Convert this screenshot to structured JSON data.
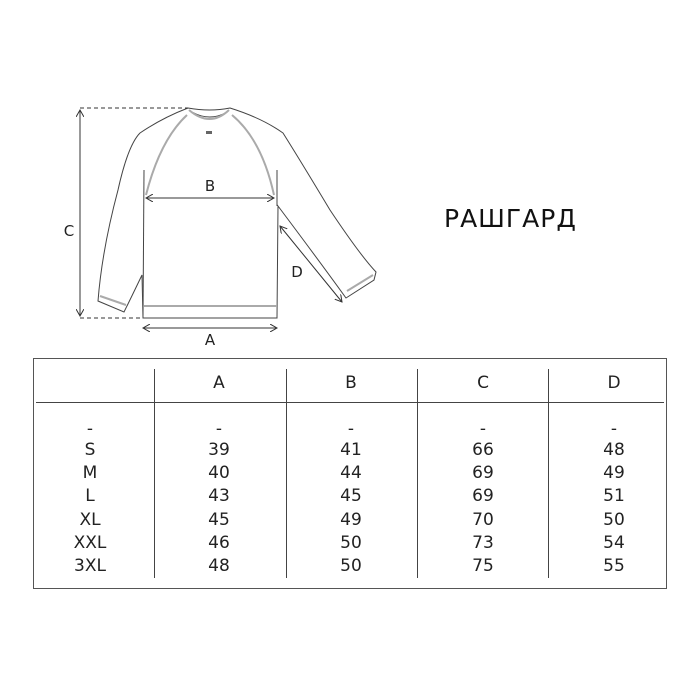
{
  "title": "РАШГАРД",
  "diagram_labels": {
    "A": "A",
    "B": "B",
    "C": "C",
    "D": "D"
  },
  "table": {
    "headers": [
      "",
      "A",
      "B",
      "C",
      "D"
    ],
    "rows": [
      [
        "-",
        "-",
        "-",
        "-",
        "-"
      ],
      [
        "S",
        "39",
        "41",
        "66",
        "48"
      ],
      [
        "M",
        "40",
        "44",
        "69",
        "49"
      ],
      [
        "L",
        "43",
        "45",
        "69",
        "51"
      ],
      [
        "XL",
        "45",
        "49",
        "70",
        "50"
      ],
      [
        "XXL",
        "46",
        "50",
        "73",
        "54"
      ],
      [
        "3XL",
        "48",
        "50",
        "75",
        "55"
      ]
    ]
  }
}
